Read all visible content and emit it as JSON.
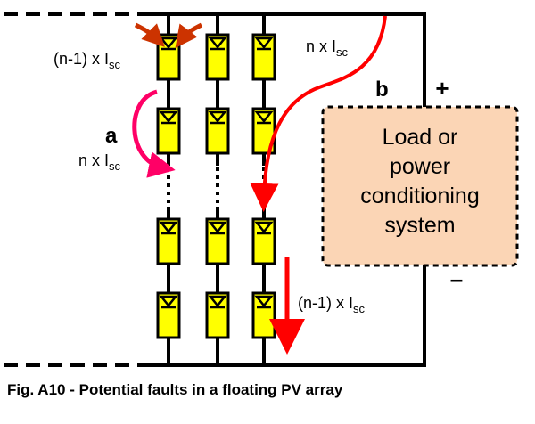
{
  "labels": {
    "current_top_left": {
      "base": "(n-1) x I",
      "sub": "sc"
    },
    "current_top_right": {
      "base": "n x I",
      "sub": "sc"
    },
    "current_a": {
      "base": "n x I",
      "sub": "sc"
    },
    "current_bottom": {
      "base": "(n-1) x I",
      "sub": "sc"
    },
    "fault_a": "a",
    "fault_b": "b",
    "plus": "+",
    "minus": "–"
  },
  "load_box": {
    "lines": [
      "Load or",
      "power",
      "conditioning",
      "system"
    ],
    "fill": "#fbd5b5"
  },
  "caption": "Fig. A10  - Potential faults in a floating PV array",
  "colors": {
    "module_fill": "#ffff00",
    "fault_arrow_red": "#ff0000",
    "fault_arrow_pink": "#ff0066",
    "dark_arrow": "#cc3300"
  },
  "icons": [
    "pv-module-icon",
    "fault-arrow-icon"
  ]
}
